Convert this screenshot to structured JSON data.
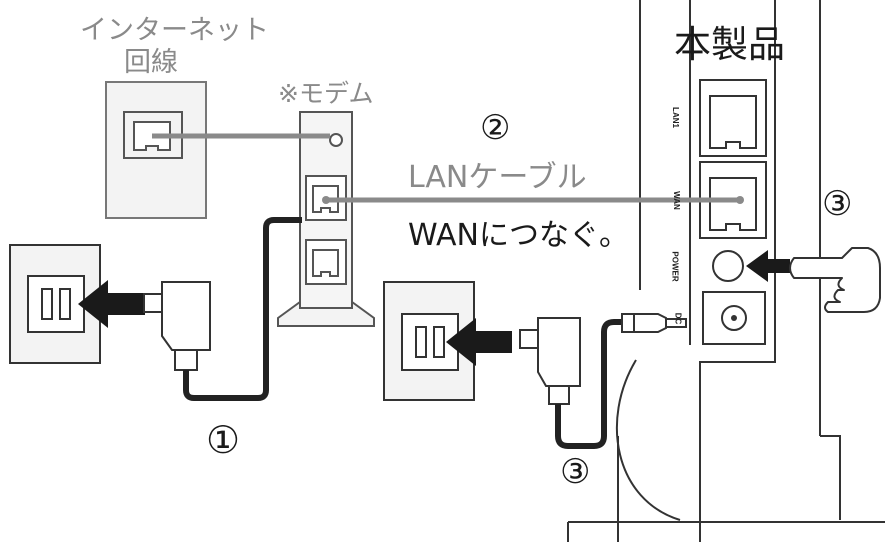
{
  "labels": {
    "internet_line_1": "インターネット",
    "internet_line_2": "回線",
    "modem": "※モデム",
    "product": "本製品",
    "step_lan_num": "②",
    "lan_cable": "LANケーブル",
    "wan_connect": "WANにつなぐ。",
    "step_power_num": "③",
    "step_adapter1_num": "①",
    "step_adapter2_num": "③"
  },
  "ports": {
    "lan1": "LAN1",
    "wan": "WAN",
    "power": "POWER",
    "dc": "DC"
  },
  "colors": {
    "line_gray": "#8a8a8a",
    "cable_black": "#222222",
    "outline": "#333333",
    "fill_light": "#f3f3f3",
    "arrow_black": "#1a1a1a"
  }
}
